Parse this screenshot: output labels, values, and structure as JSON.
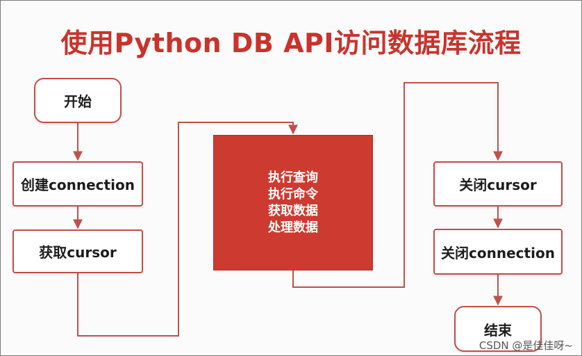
{
  "title": "使用Python DB API访问数据库流程",
  "nodes": {
    "start": "开始",
    "create_connection": "创建connection",
    "get_cursor": "获取cursor",
    "process_lines": [
      "执行查询",
      "执行命令",
      "获取数据",
      "处理数据"
    ],
    "close_cursor": "关闭cursor",
    "close_connection": "关闭connection",
    "end": "结束"
  },
  "colors": {
    "title": "#c9332c",
    "box_border": "#c44c45",
    "process_fill": "#cd3a30",
    "connector": "#c0504b"
  },
  "watermark": "CSDN @是佳佳呀~"
}
